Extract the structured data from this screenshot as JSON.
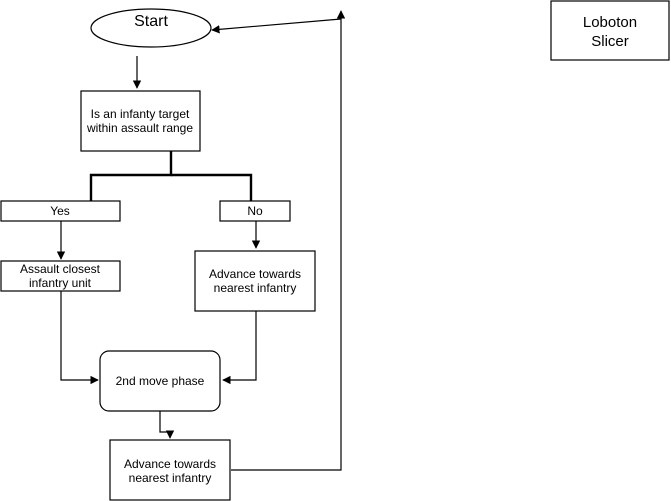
{
  "nodes": {
    "start": "Start",
    "question": [
      "Is an infanty target",
      "within assault range"
    ],
    "yes": "Yes",
    "no": "No",
    "assault": [
      "Assault closest",
      "infantry unit"
    ],
    "advance_right": [
      "Advance towards",
      "nearest infantry"
    ],
    "move_phase": "2nd move phase",
    "advance_bottom": [
      "Advance towards",
      "nearest infantry"
    ],
    "title_box": [
      "Loboton",
      "Slicer"
    ]
  }
}
